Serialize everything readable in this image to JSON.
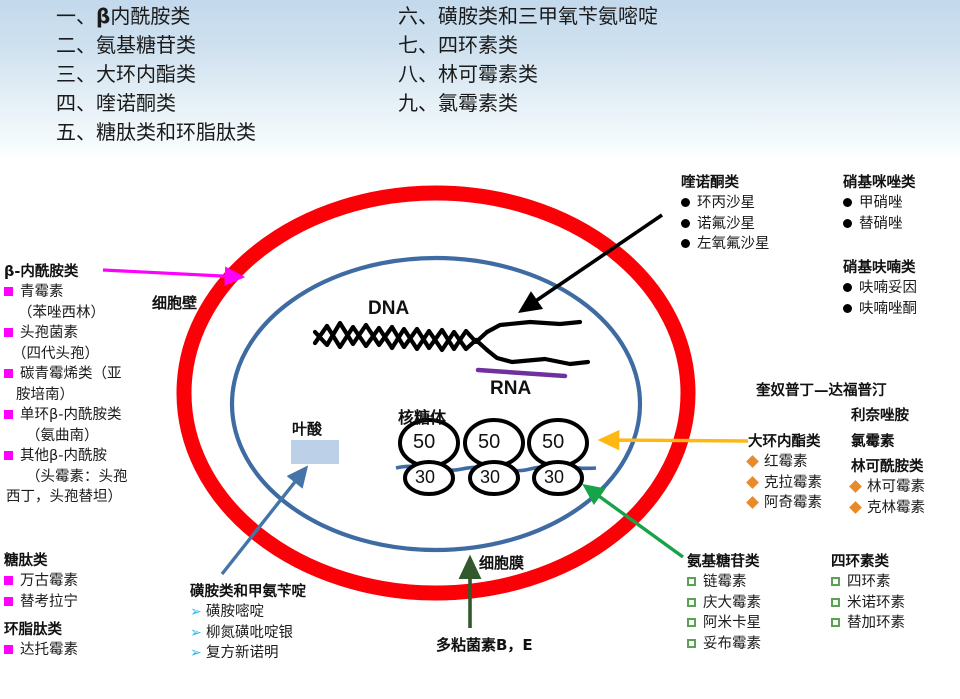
{
  "header": {
    "left_column": [
      {
        "num": "一、",
        "bold_prefix": "β",
        "text": "内酰胺类"
      },
      {
        "num": "二、",
        "bold_prefix": "",
        "text": "氨基糖苷类"
      },
      {
        "num": "三、",
        "bold_prefix": "",
        "text": "大环内酯类"
      },
      {
        "num": "四、",
        "bold_prefix": "",
        "text": "喹诺酮类"
      },
      {
        "num": "五、",
        "bold_prefix": "",
        "text": "糖肽类和环脂肽类"
      }
    ],
    "right_column": [
      {
        "num": "六、",
        "bold_prefix": "",
        "text": "磺胺类和三甲氧苄氨嘧啶"
      },
      {
        "num": "七、",
        "bold_prefix": "",
        "text": "四环素类"
      },
      {
        "num": "八、",
        "bold_prefix": "",
        "text": "林可霉素类"
      },
      {
        "num": "九、",
        "bold_prefix": "",
        "text": "氯霉素类"
      }
    ]
  },
  "diagram": {
    "cell_wall_label": "细胞壁",
    "cell_membrane_label": "细胞膜",
    "dna_label": "DNA",
    "rna_label": "RNA",
    "ribosome_label": "核糖体",
    "folate_label": "叶酸",
    "ribosome_subunits": [
      {
        "large": "50",
        "small": "30"
      },
      {
        "large": "50",
        "small": "30"
      },
      {
        "large": "50",
        "small": "30"
      }
    ],
    "polymyxin_label": "多粘菌素B，E"
  },
  "beta_lactams": {
    "title": "β-内酰胺类",
    "items": [
      {
        "text": "青霉素",
        "sub": "（苯唑西林）"
      },
      {
        "text": "头孢菌素",
        "sub": "（四代头孢）"
      },
      {
        "text": "碳青霉烯类（亚",
        "sub": "胺培南）"
      },
      {
        "text": "单环β-内酰胺类",
        "sub": "（氨曲南）"
      },
      {
        "text": "其他β-内酰胺",
        "sub": "（头霉素：头孢"
      },
      {
        "text": "",
        "sub": "西丁，头孢替坦）"
      }
    ]
  },
  "glycopeptides": {
    "title": "糖肽类",
    "items": [
      "万古霉素",
      "替考拉宁"
    ]
  },
  "lipopeptides": {
    "title": "环脂肽类",
    "items": [
      "达托霉素"
    ]
  },
  "sulfonamides": {
    "title": "磺胺类和甲氨苄啶",
    "items": [
      "磺胺嘧啶",
      "柳氮磺吡啶银",
      "复方新诺明"
    ]
  },
  "quinolones": {
    "title": "喹诺酮类",
    "items": [
      "环丙沙星",
      "诺氟沙星",
      "左氧氟沙星"
    ]
  },
  "nitroimidazoles": {
    "title": "硝基咪唑类",
    "items": [
      "甲硝唑",
      "替硝唑"
    ]
  },
  "nitrofurans": {
    "title": "硝基呋喃类",
    "items": [
      "呋喃妥因",
      "呋喃唑酮"
    ]
  },
  "misc_right": {
    "line1": "奎奴普丁—达福普汀",
    "line2": "利奈唑胺",
    "line3": "氯霉素"
  },
  "macrolides": {
    "title": "大环内酯类",
    "items": [
      "红霉素",
      "克拉霉素",
      "阿奇霉素"
    ]
  },
  "lincosamides": {
    "title": "林可酰胺类",
    "items": [
      "林可霉素",
      "克林霉素"
    ]
  },
  "aminoglycosides": {
    "title": "氨基糖苷类",
    "items": [
      "链霉素",
      "庆大霉素",
      "阿米卡星",
      "妥布霉素"
    ]
  },
  "tetracyclines": {
    "title": "四环素类",
    "items": [
      "四环素",
      "米诺环素",
      "替加环素"
    ]
  },
  "colors": {
    "cell_wall": "#fb0007",
    "cell_membrane": "#3f6ba3",
    "header_gradient_top": "#c3d9ec",
    "header_gradient_bottom": "#ffffff",
    "magenta_arrow": "#ff00ff",
    "black_arrow": "#000000",
    "yellow_arrow": "#ffb712",
    "green_arrow": "#17a34a",
    "darkgreen_arrow": "#31592c",
    "blue_arrow": "#4574a8",
    "rna_purple": "#7030a0",
    "folate_fill": "#bcd0e8",
    "bullet_square": "#ff00ff",
    "bullet_diamond": "#e8892b",
    "bullet_hollow": "#5aa352",
    "bullet_chevron": "#2fb5e8"
  }
}
